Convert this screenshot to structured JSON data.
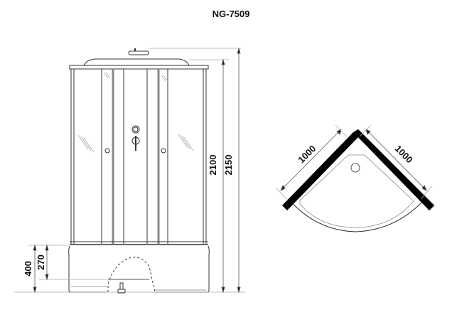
{
  "title": "NG-7509",
  "front_view": {
    "dimensions": {
      "total_height": "2150",
      "cabin_height": "2100",
      "tray_height": "400",
      "tray_inner_height": "270"
    }
  },
  "top_view": {
    "dimensions": {
      "left_side": "1000",
      "right_side": "1000"
    }
  },
  "colors": {
    "line": "#333333",
    "light_line": "#999999",
    "wall": "#000000"
  }
}
